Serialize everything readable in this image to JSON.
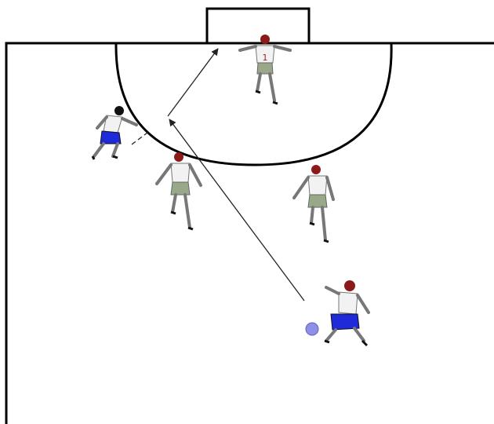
{
  "diagram": {
    "goalkeeper_number": "1",
    "colors": {
      "line": "#000000",
      "team_shirt": "#f2f2f2",
      "defender_head": "#8b1a1a",
      "defender_shorts": "#9aa88a",
      "attacker_shorts": "#1f2bd8",
      "attacker_head": "#111111",
      "ball": "#8f8fe8"
    },
    "elements": [
      "half-court-outline",
      "goal-box",
      "goal-area-arc",
      "goalkeeper",
      "defender-left",
      "defender-right",
      "attacker-wing",
      "attacker-backcourt",
      "ball",
      "pass-arrow",
      "shot-arrow"
    ]
  }
}
